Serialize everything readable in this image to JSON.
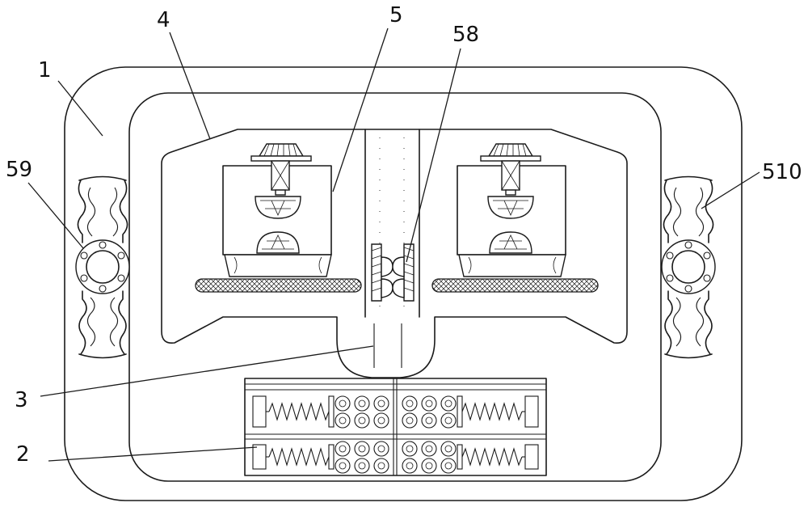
{
  "labels": {
    "frame": "1",
    "spring_box": "2",
    "post": "3",
    "housing": "4",
    "bracket": "5",
    "center_gear": "58",
    "left_wheel": "59",
    "right_wheel": "510"
  },
  "colors": {
    "line": "#1a1a1a",
    "background": "#ffffff"
  }
}
